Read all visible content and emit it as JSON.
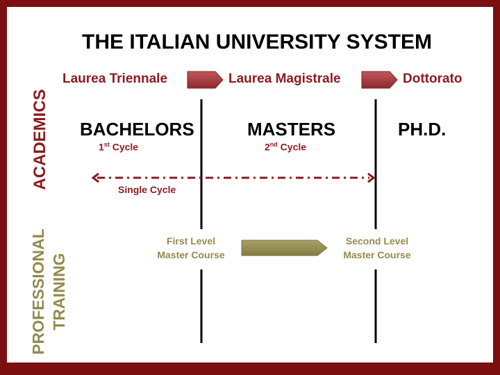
{
  "title": "THE ITALIAN UNIVERSITY SYSTEM",
  "degrees": {
    "triennale": "Laurea Triennale",
    "magistrale": "Laurea Magistrale",
    "dottorato": "Dottorato"
  },
  "levels": {
    "bachelors": "BACHELORS",
    "masters": "MASTERS",
    "phd": "PH.D."
  },
  "cycles": {
    "first_num": "1",
    "first_sup": "st",
    "first_word": " Cycle",
    "second_num": "2",
    "second_sup": "nd",
    "second_word": " Cycle",
    "single": "Single Cycle"
  },
  "courses": {
    "first_line1": "First Level",
    "first_line2": "Master Course",
    "second_line1": "Second Level",
    "second_line2": "Master Course"
  },
  "side_labels": {
    "academics": "ACADEMICS",
    "professional_line1": "PROFESSIONAL",
    "professional_line2": "TRAINING"
  },
  "colors": {
    "frame": "#7b0f12",
    "academic_red": "#8b1a1f",
    "professional_olive": "#938a4e",
    "arrow_red": "#a33a3c"
  }
}
